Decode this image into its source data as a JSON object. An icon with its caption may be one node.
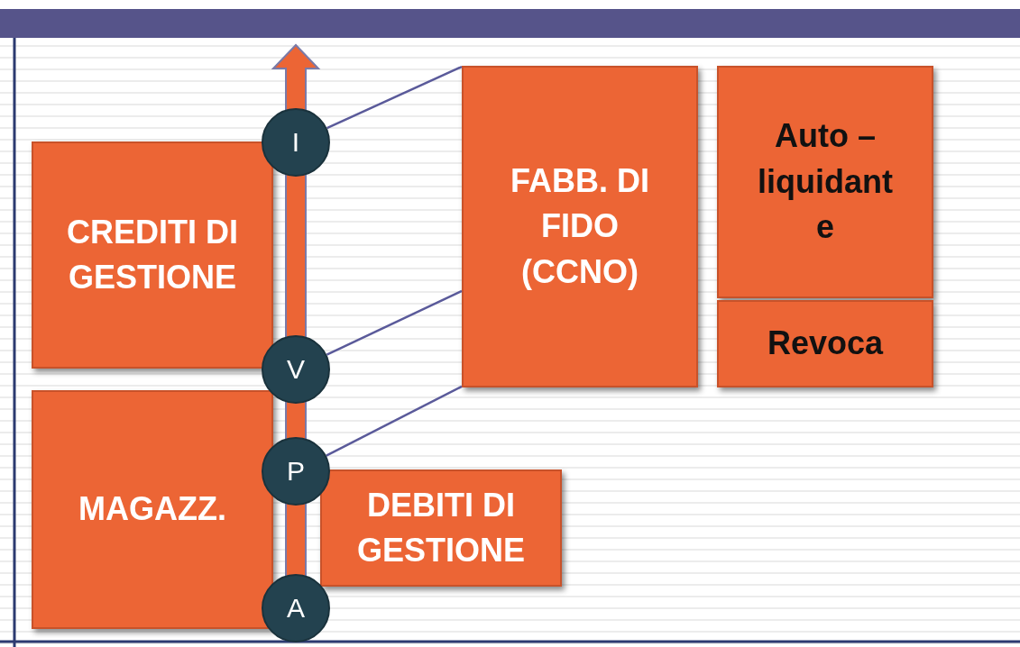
{
  "diagram": {
    "nodes": [
      {
        "text": [
          "FABB. DI FIDO (CCNO)"
        ]
      },
      {
        "text": [
          "Auto – liquidant e"
        ]
      },
      {
        "text": [
          "I"
        ]
      },
      {
        "text": [
          "CREDITI DI GESTIONE"
        ]
      },
      {
        "text": [
          "Revoca"
        ]
      },
      {
        "text": [
          "V"
        ]
      },
      {
        "text": [
          "MAGAZZ."
        ]
      },
      {
        "text": [
          "P"
        ]
      },
      {
        "text": [
          "DEBITI DI GESTIONE"
        ]
      },
      {
        "text": [
          "A"
        ]
      }
    ],
    "edges": [
      {
        "from": 2,
        "to": 0,
        "arrow": "none"
      },
      {
        "from": 5,
        "to": 0,
        "arrow": "none"
      },
      {
        "from": 7,
        "to": 0,
        "arrow": "none"
      },
      {
        "from": 9,
        "to": 7,
        "arrow": "none"
      },
      {
        "from": 7,
        "to": 5,
        "arrow": "none"
      },
      {
        "from": 5,
        "to": 2,
        "arrow": "none"
      },
      {
        "from": 2,
        "to": null,
        "arrow": "to"
      }
    ]
  }
}
